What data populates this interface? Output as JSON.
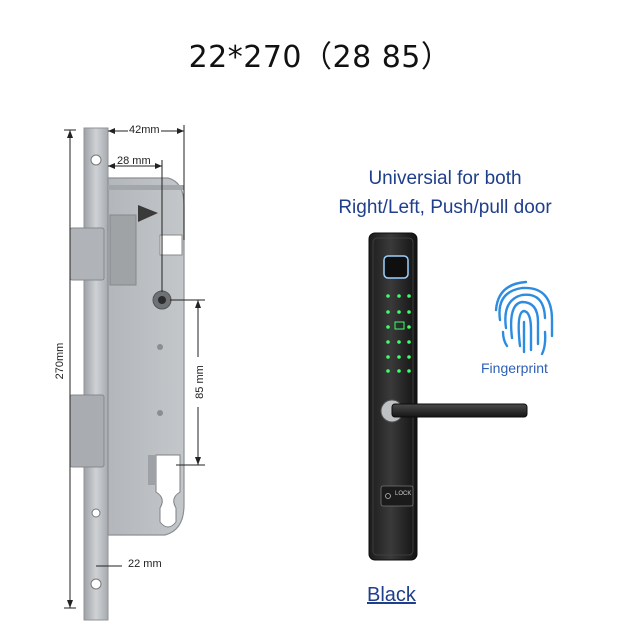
{
  "title": "22*270（28 85）",
  "mortise": {
    "dim_total_height": "270mm",
    "dim_faceplate_width": "42mm",
    "dim_backset": "28 mm",
    "dim_center": "85 mm",
    "dim_bottom": "22 mm"
  },
  "product": {
    "tagline_line1": "Universial for both",
    "tagline_line2": "Right/Left, Push/pull door",
    "fingerprint_label": "Fingerprint",
    "lock_button_label": "LOCK",
    "color_label": "Black"
  },
  "colors": {
    "tagline": "#1f3f8c",
    "fingerprint": "#2d5fb8",
    "keypad_glow": "#3cff6a",
    "steel": "#b9bcc0"
  },
  "icons": {
    "fingerprint": "fingerprint-icon",
    "keypad": "keypad-icon",
    "card": "card-icon"
  }
}
